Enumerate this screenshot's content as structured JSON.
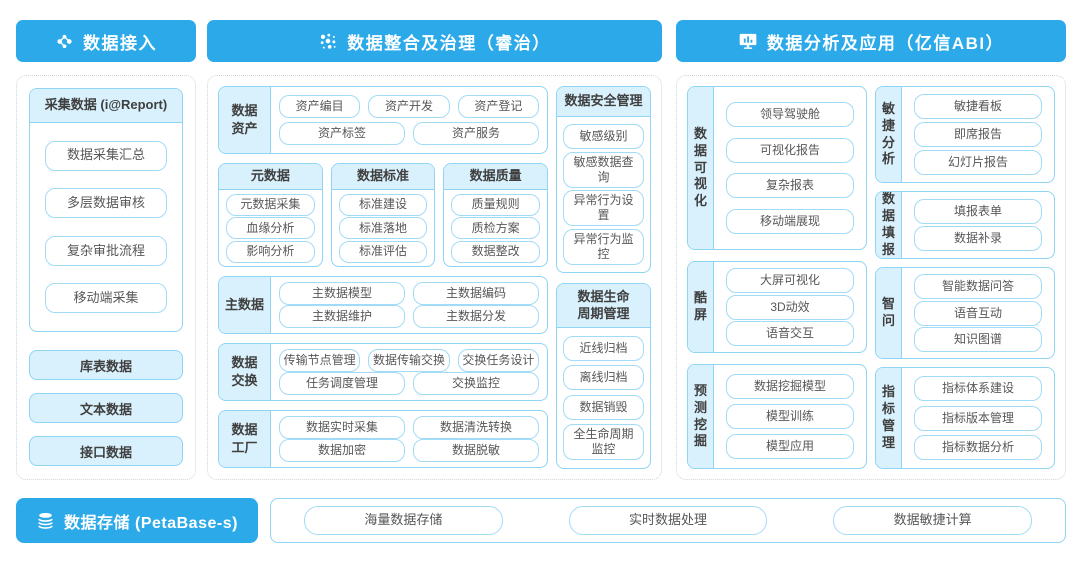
{
  "colors": {
    "accent_blue": "#2BA9E9",
    "panel_fill": "#D9F1FC",
    "panel_border": "#8FD4F2",
    "item_border": "#A2DBF6",
    "text": "#575757"
  },
  "headers": {
    "access": {
      "label": "数据接入",
      "icon": "network-nodes-icon"
    },
    "governance": {
      "label": "数据整合及治理（睿治）",
      "icon": "dot-cluster-icon"
    },
    "analysis": {
      "label": "数据分析及应用（亿信ABI）",
      "icon": "monitor-chart-icon"
    }
  },
  "access_column": {
    "report_box": {
      "title": "采集数据 (i@Report)",
      "items": [
        "数据采集汇总",
        "多层数据审核",
        "复杂审批流程",
        "移动端采集"
      ]
    },
    "buttons": [
      "库表数据",
      "文本数据",
      "接口数据"
    ]
  },
  "governance_column": {
    "data_asset": {
      "label": "数据资产",
      "rows": [
        [
          "资产编目",
          "资产开发",
          "资产登记"
        ],
        [
          "资产标签",
          "资产服务"
        ]
      ]
    },
    "metadata": {
      "title": "元数据",
      "items": [
        "元数据采集",
        "血缘分析",
        "影响分析"
      ]
    },
    "standards": {
      "title": "数据标准",
      "items": [
        "标准建设",
        "标准落地",
        "标准评估"
      ]
    },
    "quality": {
      "title": "数据质量",
      "items": [
        "质量规则",
        "质检方案",
        "数据整改"
      ]
    },
    "master_data": {
      "label": "主数据",
      "rows": [
        [
          "主数据模型",
          "主数据编码"
        ],
        [
          "主数据维护",
          "主数据分发"
        ]
      ]
    },
    "exchange": {
      "label": "数据交换",
      "rows": [
        [
          "传输节点管理",
          "数据传输交换",
          "交换任务设计"
        ],
        [
          "任务调度管理",
          "交换监控"
        ]
      ]
    },
    "factory": {
      "label": "数据工厂",
      "rows": [
        [
          "数据实时采集",
          "数据清洗转换"
        ],
        [
          "数据加密",
          "数据脱敏"
        ]
      ]
    },
    "security": {
      "title": "数据安全管理",
      "items": [
        "敏感级别",
        "敏感数据查询",
        "异常行为设置",
        "异常行为监控"
      ]
    },
    "lifecycle": {
      "title": "数据生命周期管理",
      "items": [
        "近线归档",
        "离线归档",
        "数据销毁",
        "全生命周期监控"
      ]
    }
  },
  "analysis_column": {
    "visualization": {
      "label": "数据可视化",
      "items": [
        "领导驾驶舱",
        "可视化报告",
        "复杂报表",
        "移动端展现"
      ]
    },
    "cool_screen": {
      "label": "酷屏",
      "items": [
        "大屏可视化",
        "3D动效",
        "语音交互"
      ]
    },
    "prediction": {
      "label": "预测挖掘",
      "items": [
        "数据挖掘模型",
        "模型训练",
        "模型应用"
      ]
    },
    "agile": {
      "label": "敏捷分析",
      "items": [
        "敏捷看板",
        "即席报告",
        "幻灯片报告"
      ]
    },
    "entry": {
      "label": "数据填报",
      "items": [
        "填报表单",
        "数据补录"
      ]
    },
    "smart_qa": {
      "label": "智问",
      "items": [
        "智能数据问答",
        "语音互动",
        "知识图谱"
      ]
    },
    "indicator": {
      "label": "指标管理",
      "items": [
        "指标体系建设",
        "指标版本管理",
        "指标数据分析"
      ]
    }
  },
  "storage_row": {
    "label": "数据存储 (PetaBase-s)",
    "icon": "database-icon",
    "items": [
      "海量数据存储",
      "实时数据处理",
      "数据敏捷计算"
    ]
  }
}
